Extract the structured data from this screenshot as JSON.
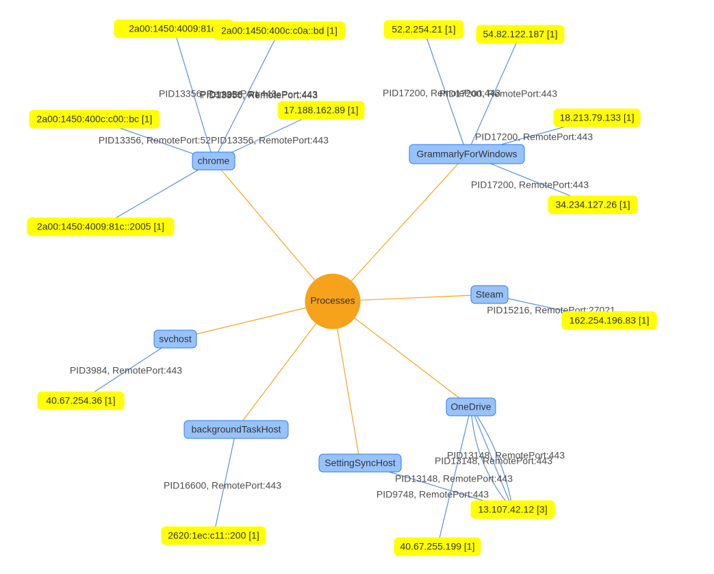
{
  "colors": {
    "hub_fill": "#f7a21b",
    "hub_edge": "#f7a21b",
    "process_fill": "#97c2fc",
    "process_border": "#2b7ce9",
    "process_edge": "#5b8fd9",
    "ip_fill": "#ffff00"
  },
  "hub": {
    "label": "Processes"
  },
  "processes": [
    {
      "id": "chrome",
      "label": "chrome"
    },
    {
      "id": "grammarly",
      "label": "GrammarlyForWindows"
    },
    {
      "id": "steam",
      "label": "Steam"
    },
    {
      "id": "svchost",
      "label": "svchost"
    },
    {
      "id": "backgroundtaskhost",
      "label": "backgroundTaskHost"
    },
    {
      "id": "settingsynchost",
      "label": "SettingSyncHost"
    },
    {
      "id": "onedrive",
      "label": "OneDrive"
    }
  ],
  "ips": [
    {
      "id": "ip_a",
      "label": "2a00:1450:4009:81c:"
    },
    {
      "id": "ip_b",
      "label": "2a00:1450:400c:c0a::bd [1]"
    },
    {
      "id": "ip_c",
      "label": "17.188.162.89 [1]"
    },
    {
      "id": "ip_d",
      "label": "2a00:1450:400c:c00::bc [1]"
    },
    {
      "id": "ip_e",
      "label": "2a00:1450:4009:81c::2005 [1]"
    },
    {
      "id": "ip_f",
      "label": "52.2.254.21 [1]"
    },
    {
      "id": "ip_g",
      "label": "54.82.122.187 [1]"
    },
    {
      "id": "ip_h",
      "label": "18.213.79.133 [1]"
    },
    {
      "id": "ip_i",
      "label": "34.234.127.26 [1]"
    },
    {
      "id": "ip_j",
      "label": "162.254.196.83 [1]"
    },
    {
      "id": "ip_k",
      "label": "40.67.254.36 [1]"
    },
    {
      "id": "ip_l",
      "label": "2620:1ec:c11::200 [1]"
    },
    {
      "id": "ip_m",
      "label": "13.107.42.12 [3]"
    },
    {
      "id": "ip_n",
      "label": "40.67.255.199 [1]"
    }
  ],
  "edge_labels": [
    {
      "id": "el1",
      "text": "PID13356, RemotePort:443"
    },
    {
      "id": "el2",
      "text": "PID13356, RemotePort:443"
    },
    {
      "id": "el3",
      "text": "PID13356, RemotePort:443"
    },
    {
      "id": "el4",
      "text": "PID13356, RemotePort:52"
    },
    {
      "id": "el5",
      "text": "PID13356, RemotePort:443"
    },
    {
      "id": "el6",
      "text": "PID17200, RemotePort:443"
    },
    {
      "id": "el7",
      "text": "PID17200, RemotePort:443"
    },
    {
      "id": "el8",
      "text": "PID17200, RemotePort:443"
    },
    {
      "id": "el9",
      "text": "PID17200, RemotePort:443"
    },
    {
      "id": "el10",
      "text": "PID15216, RemotePort:27021"
    },
    {
      "id": "el11",
      "text": "PID3984, RemotePort:443"
    },
    {
      "id": "el12",
      "text": "PID16600, RemotePort:443"
    },
    {
      "id": "el13",
      "text": "PID13148, RemotePort:443"
    },
    {
      "id": "el14",
      "text": "PID13148, RemotePort:443"
    },
    {
      "id": "el15",
      "text": "PID13148, RemotePort:443"
    },
    {
      "id": "el16",
      "text": "PID9748, RemotePort:443"
    }
  ],
  "edges": [
    {
      "from": "hub",
      "to": "chrome"
    },
    {
      "from": "hub",
      "to": "grammarly"
    },
    {
      "from": "hub",
      "to": "steam"
    },
    {
      "from": "hub",
      "to": "svchost"
    },
    {
      "from": "hub",
      "to": "backgroundtaskhost"
    },
    {
      "from": "hub",
      "to": "settingsynchost"
    },
    {
      "from": "hub",
      "to": "onedrive"
    },
    {
      "from": "chrome",
      "to": "ip_a"
    },
    {
      "from": "chrome",
      "to": "ip_b"
    },
    {
      "from": "chrome",
      "to": "ip_c"
    },
    {
      "from": "chrome",
      "to": "ip_d"
    },
    {
      "from": "chrome",
      "to": "ip_e"
    },
    {
      "from": "grammarly",
      "to": "ip_f"
    },
    {
      "from": "grammarly",
      "to": "ip_g"
    },
    {
      "from": "grammarly",
      "to": "ip_h"
    },
    {
      "from": "grammarly",
      "to": "ip_i"
    },
    {
      "from": "steam",
      "to": "ip_j"
    },
    {
      "from": "svchost",
      "to": "ip_k"
    },
    {
      "from": "backgroundtaskhost",
      "to": "ip_l"
    },
    {
      "from": "onedrive",
      "to": "ip_m"
    },
    {
      "from": "onedrive",
      "to": "ip_m"
    },
    {
      "from": "onedrive",
      "to": "ip_m"
    },
    {
      "from": "onedrive",
      "to": "ip_n"
    },
    {
      "from": "settingsynchost",
      "to": "ip_m"
    }
  ]
}
